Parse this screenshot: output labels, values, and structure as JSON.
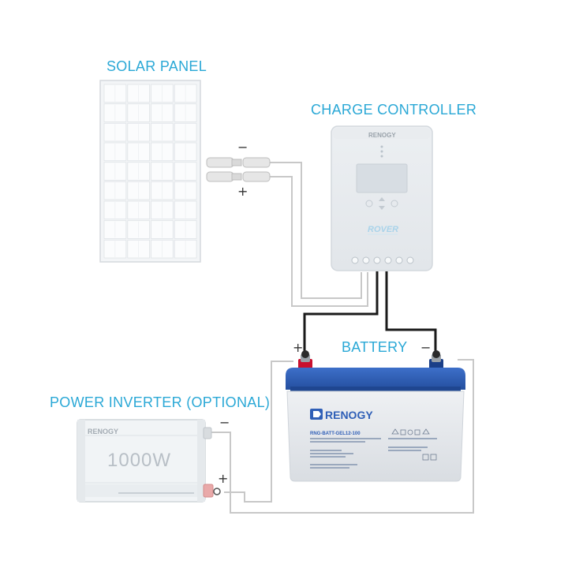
{
  "titles": {
    "solar_panel": "SOLAR PANEL",
    "charge_controller": "CHARGE CONTROLLER",
    "battery": "BATTERY",
    "power_inverter": "POWER INVERTER (OPTIONAL)"
  },
  "solar_panel": {
    "minus": "−",
    "plus": "+"
  },
  "charge_controller": {
    "brand": "RENOGY",
    "model": "ROVER"
  },
  "battery": {
    "plus": "+",
    "minus": "−",
    "brand": "RENOGY",
    "model": "RNG-BATT-GEL12-100"
  },
  "inverter": {
    "brand": "RENOGY",
    "rating": "1000W",
    "minus": "−",
    "plus": "+"
  },
  "colors": {
    "title": "#2aa8d6",
    "battery_lid": "#2f5fb7",
    "battery_body": "#e4e7eb",
    "cable_dark": "#1a1a1a",
    "cable_light": "#c8c8c8"
  }
}
